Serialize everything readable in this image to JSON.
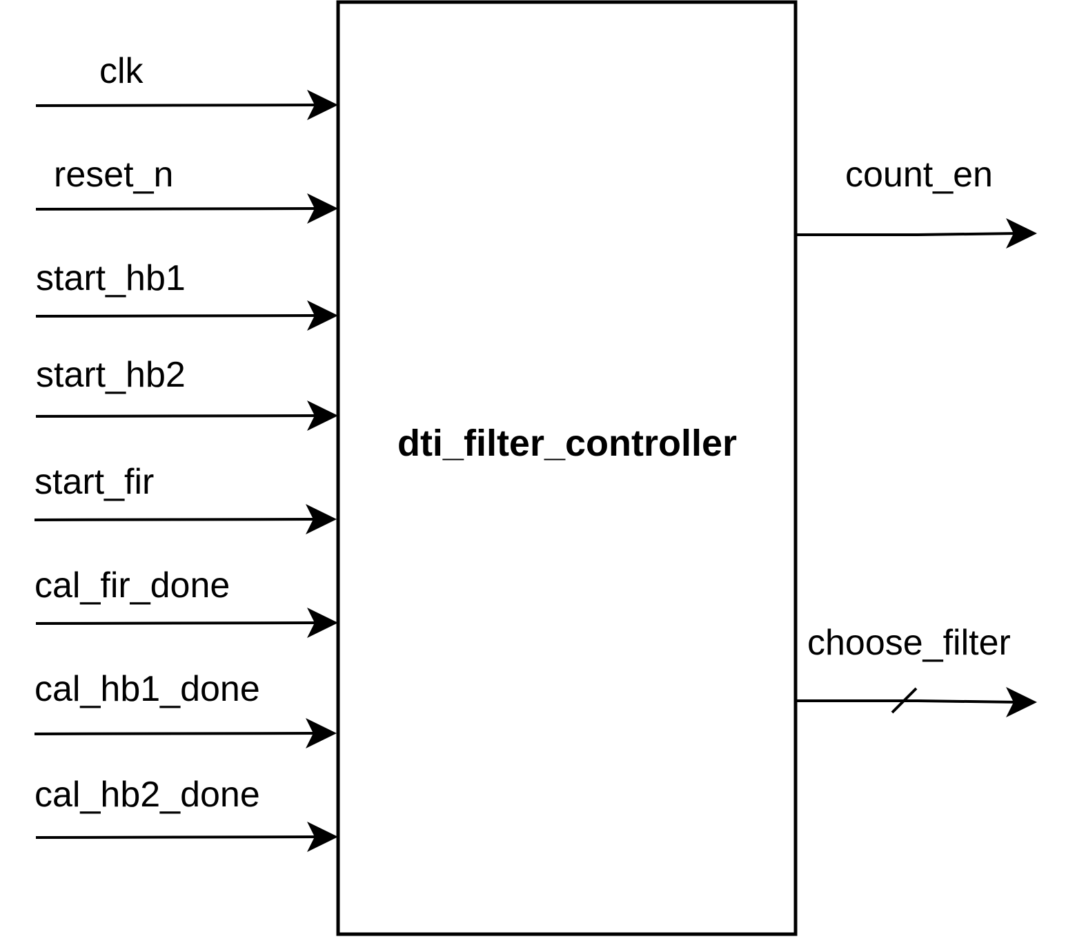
{
  "block": {
    "name": "dti_filter_controller"
  },
  "inputs": [
    {
      "label": "clk"
    },
    {
      "label": "reset_n"
    },
    {
      "label": "start_hb1"
    },
    {
      "label": "start_hb2"
    },
    {
      "label": "start_fir"
    },
    {
      "label": "cal_fir_done"
    },
    {
      "label": "cal_hb1_done"
    },
    {
      "label": "cal_hb2_done"
    }
  ],
  "outputs": [
    {
      "label": "count_en",
      "bus": false
    },
    {
      "label": "choose_filter",
      "bus": true
    }
  ],
  "colors": {
    "stroke": "#000000",
    "background": "#ffffff"
  }
}
